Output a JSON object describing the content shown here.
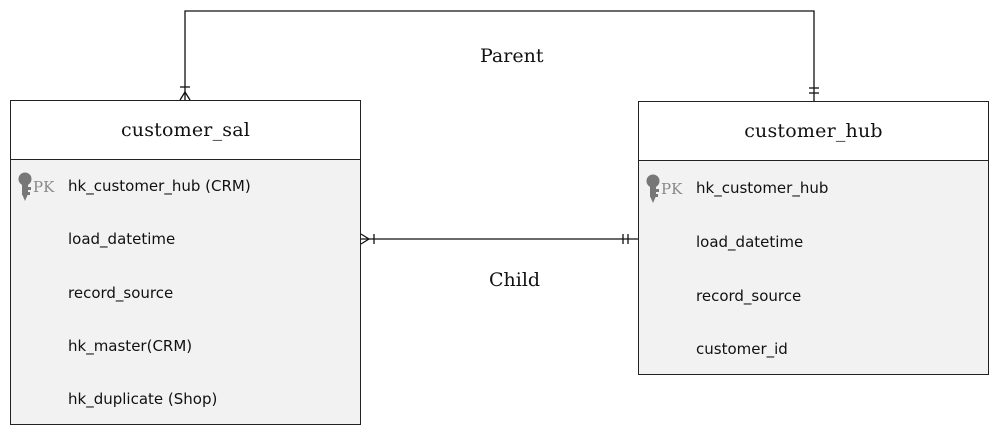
{
  "relationships": {
    "parent_label": "Parent",
    "child_label": "Child"
  },
  "entities": {
    "customer_sal": {
      "title": "customer_sal",
      "pk_label": "PK",
      "attributes": [
        "hk_customer_hub (CRM)",
        "load_datetime",
        "record_source",
        "hk_master(CRM)",
        "hk_duplicate (Shop)"
      ]
    },
    "customer_hub": {
      "title": "customer_hub",
      "pk_label": "PK",
      "attributes": [
        "hk_customer_hub",
        "load_datetime",
        "record_source",
        "customer_id"
      ]
    }
  },
  "colors": {
    "line": "#111111",
    "entity_body": "#f2f2f2",
    "entity_header": "#ffffff",
    "key_icon": "#777777"
  },
  "icons": {
    "primary_key": "key-icon"
  }
}
